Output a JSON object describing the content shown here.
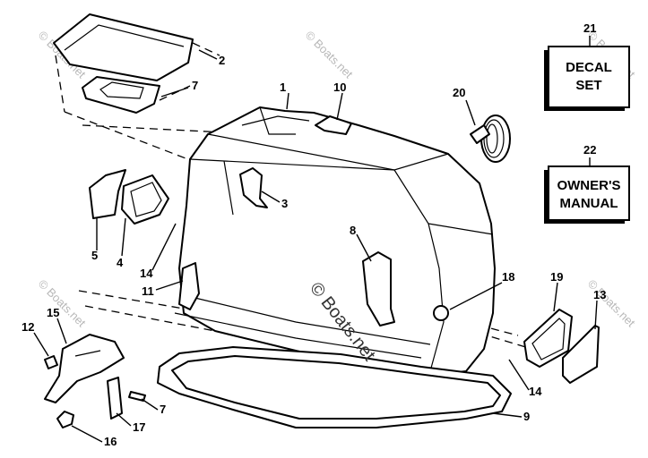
{
  "watermark": "© Boats.net",
  "callouts": [
    "1",
    "2",
    "3",
    "4",
    "5",
    "7",
    "8",
    "9",
    "10",
    "11",
    "12",
    "13",
    "14",
    "14",
    "15",
    "16",
    "17",
    "18",
    "19",
    "20",
    "21",
    "22"
  ],
  "kits": [
    {
      "number": "21",
      "line1": "DECAL",
      "line2": "SET"
    },
    {
      "number": "22",
      "line1": "OWNER'S",
      "line2": "MANUAL"
    }
  ]
}
